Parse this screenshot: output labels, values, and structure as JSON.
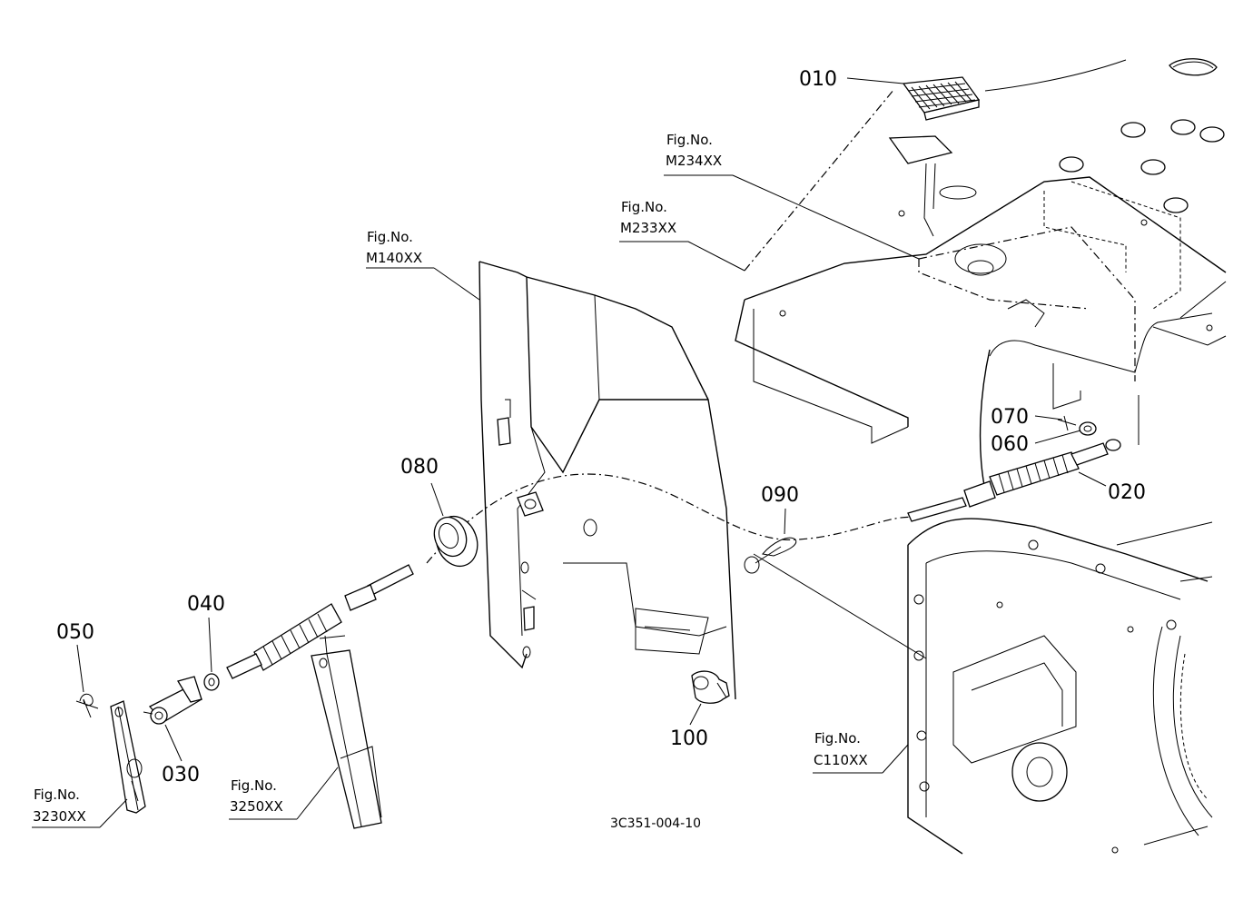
{
  "drawing_code": "3C351-004-10",
  "part_numbers": {
    "p010": "010",
    "p020": "020",
    "p030": "030",
    "p040": "040",
    "p050": "050",
    "p060": "060",
    "p070": "070",
    "p080": "080",
    "p090": "090",
    "p100": "100"
  },
  "figure_refs": [
    {
      "prefix": "Fig.No.",
      "code": "M234XX"
    },
    {
      "prefix": "Fig.No.",
      "code": "M233XX"
    },
    {
      "prefix": "Fig.No.",
      "code": "M140XX"
    },
    {
      "prefix": "Fig.No.",
      "code": "C110XX"
    },
    {
      "prefix": "Fig.No.",
      "code": "3230XX"
    },
    {
      "prefix": "Fig.No.",
      "code": "3250XX"
    }
  ]
}
